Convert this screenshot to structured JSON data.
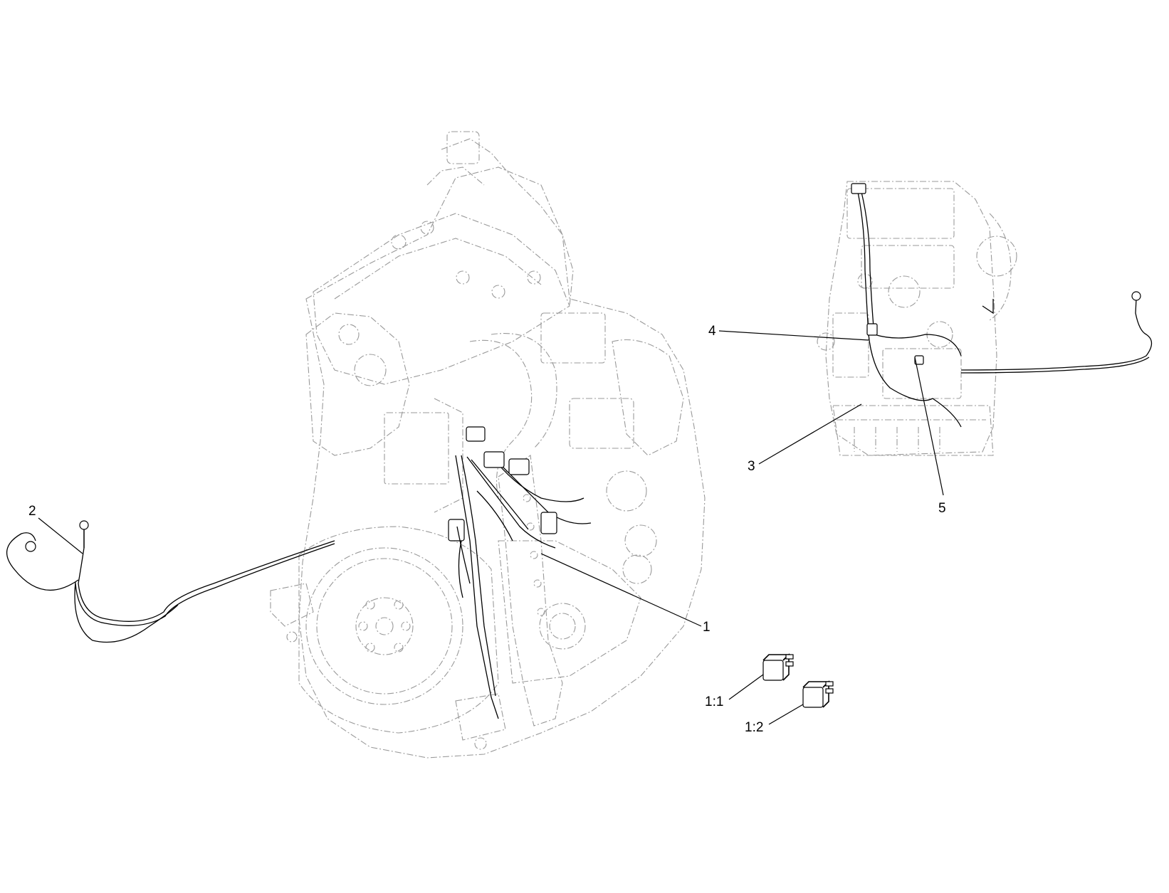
{
  "diagram": {
    "callouts": [
      {
        "id": "c1",
        "label": "1"
      },
      {
        "id": "c2",
        "label": "2"
      },
      {
        "id": "c3",
        "label": "3"
      },
      {
        "id": "c4",
        "label": "4"
      },
      {
        "id": "c5",
        "label": "5"
      },
      {
        "id": "c11",
        "label": "1:1"
      },
      {
        "id": "c12",
        "label": "1:2"
      }
    ]
  },
  "colors": {
    "line": "#000000",
    "ghost_line": "#9a9a9a",
    "background": "#ffffff"
  }
}
